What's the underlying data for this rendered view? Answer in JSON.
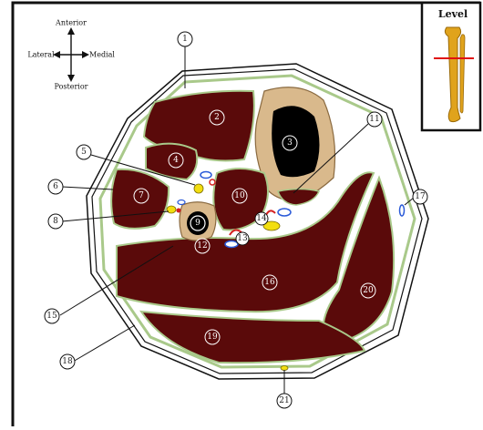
{
  "orientation": {
    "anterior": "Anterior",
    "posterior": "Posterior",
    "lateral": "Lateral",
    "medial": "Medial"
  },
  "level_inset": {
    "title": "Level"
  },
  "labels": {
    "l1": "1",
    "l2": "2",
    "l3": "3",
    "l4": "4",
    "l5": "5",
    "l6": "6",
    "l7": "7",
    "l8": "8",
    "l9": "9",
    "l10": "10",
    "l11": "11",
    "l12": "12",
    "l13": "13",
    "l14": "14",
    "l15": "15",
    "l16": "16",
    "l17": "17",
    "l18": "18",
    "l19": "19",
    "l20": "20",
    "l21": "21"
  },
  "colors": {
    "muscle": "#5a0a0a",
    "fascia": "#a9c98a",
    "bone": "#d9b98c",
    "marrow": "#000000",
    "artery": "#d42020",
    "vein": "#2a5ad8",
    "nerve": "#f2de10"
  }
}
